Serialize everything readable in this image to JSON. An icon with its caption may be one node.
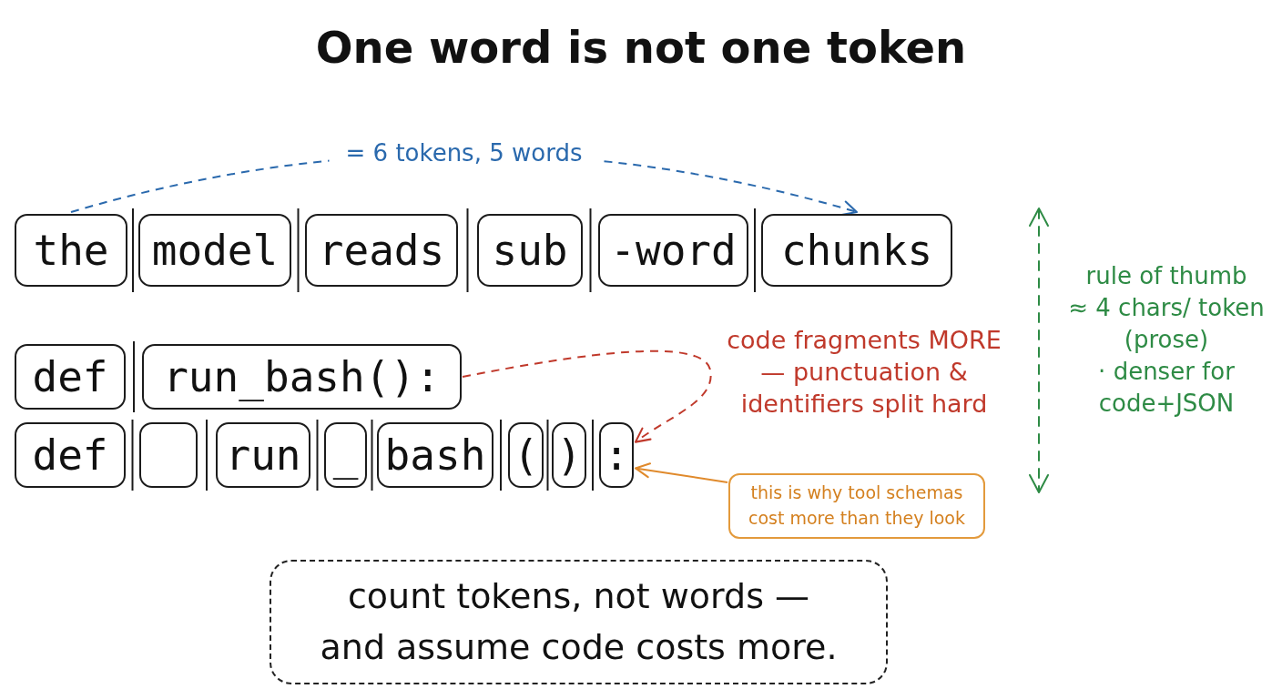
{
  "diagram": {
    "title": "One word is not one token",
    "nodes": [
      {
        "text": [
          "the"
        ]
      },
      {
        "text": [
          "model"
        ]
      },
      {
        "text": [
          "reads"
        ]
      },
      {
        "text": [
          "sub"
        ]
      },
      {
        "text": [
          "-word"
        ]
      },
      {
        "text": [
          "chunks"
        ]
      },
      {
        "text": [
          "def"
        ]
      },
      {
        "text": [
          "run_bash():"
        ]
      },
      {
        "text": [
          "def"
        ]
      },
      {
        "text": [],
        "shape": "box"
      },
      {
        "text": [
          "run"
        ]
      },
      {
        "text": [
          "_"
        ]
      },
      {
        "text": [
          "bash"
        ]
      },
      {
        "text": [
          "("
        ]
      },
      {
        "text": [
          ")"
        ]
      },
      {
        "text": [
          ":"
        ]
      },
      {
        "text": [
          "this is why tool schemas cost more than they look"
        ]
      },
      {
        "text": [
          "count tokens, not words — and assume code costs more."
        ]
      }
    ],
    "edges": [
      {
        "from": 0,
        "to": 5,
        "arrow": "to",
        "label": "= 6 tokens, 5 words",
        "style": "dashed",
        "color": "#2a69ad"
      },
      {
        "from": 7,
        "to": 15,
        "arrow": "to",
        "label": "code fragments MORE — punctuation & identifiers split hard",
        "style": "dashed",
        "color": "#c0392b"
      },
      {
        "from": 16,
        "to": 15,
        "arrow": "to",
        "color": "#e08a2c"
      }
    ],
    "labels": [
      "rule of thumb",
      "≈ 4 chars/ token (prose)",
      "· denser for code+JSON"
    ]
  }
}
